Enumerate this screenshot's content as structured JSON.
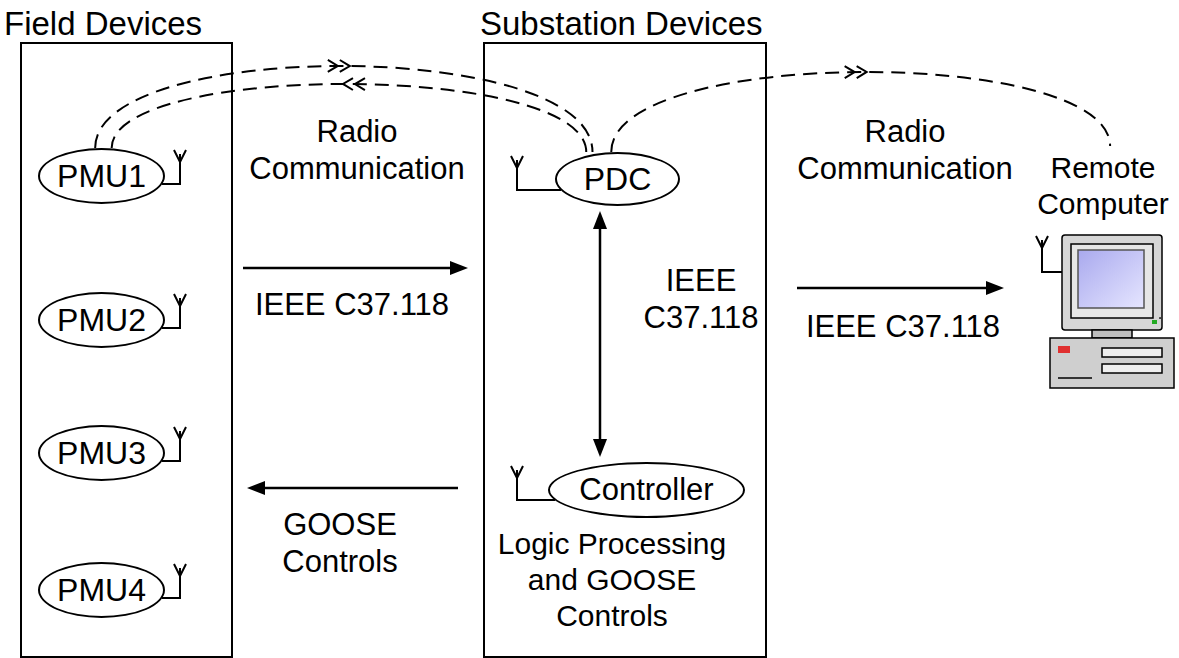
{
  "diagram": {
    "nodes": [
      {
        "text": [
          "Field Devices"
        ]
      },
      {
        "text": [
          "PMU1"
        ],
        "in": 0
      },
      {
        "text": [
          "PMU2"
        ],
        "in": 0
      },
      {
        "text": [
          "PMU3"
        ],
        "in": 0
      },
      {
        "text": [
          "PMU4"
        ],
        "in": 0
      },
      {
        "text": [
          "Substation Devices"
        ]
      },
      {
        "text": [
          "PDC"
        ],
        "in": 5
      },
      {
        "text": [
          "Controller"
        ],
        "in": 5
      },
      {
        "text": [
          "Remote Computer"
        ]
      }
    ],
    "edges": [
      {
        "from": 1,
        "to": 6,
        "arrow": "to"
      },
      {
        "from": 6,
        "to": 1,
        "arrow": "to"
      },
      {
        "from": 6,
        "to": 8,
        "arrow": "to"
      },
      {
        "from": 0,
        "to": 5,
        "label": "IEEE C37.118",
        "arrow": "to"
      },
      {
        "from": 6,
        "to": 7,
        "label": "IEEE C37.118",
        "arrow": "both"
      },
      {
        "from": 5,
        "to": 8,
        "label": "IEEE C37.118",
        "arrow": "to"
      },
      {
        "from": 5,
        "to": 0,
        "label": "GOOSE Controls",
        "arrow": "to"
      }
    ],
    "labels": [
      "Radio Communication",
      "Radio Communication",
      "Logic Processing and GOOSE Controls"
    ]
  }
}
